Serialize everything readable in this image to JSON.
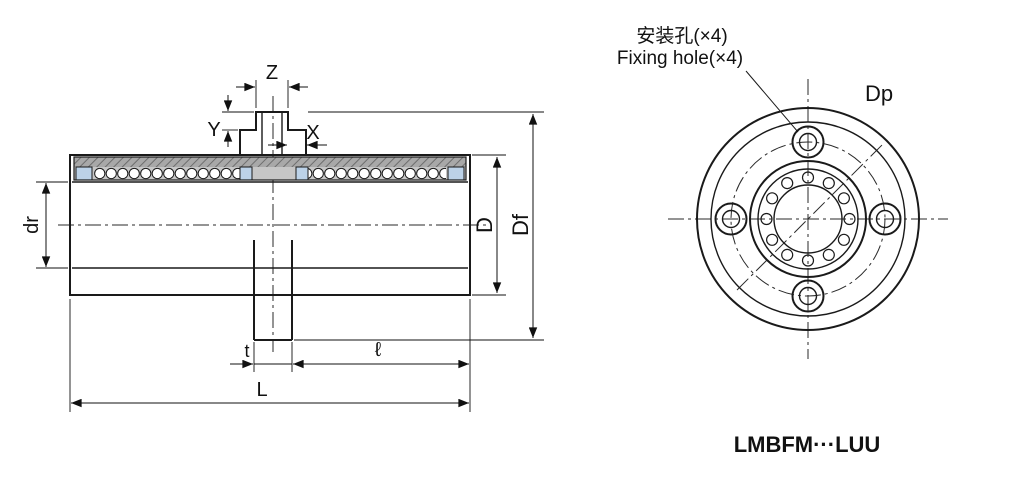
{
  "title": "LMBFM···LUU",
  "end_view": {
    "fixing_hole_label_cn": "安装孔(×4)",
    "fixing_hole_label_en": "Fixing hole(×4)",
    "pitch_circle_label": "Dp"
  },
  "side_view": {
    "labels": {
      "z": "Z",
      "y": "Y",
      "x": "X",
      "bore_diameter": "dr",
      "outer_diameter": "D",
      "flange_diameter": "Df",
      "flange_thickness": "t",
      "bushing_length": "ℓ",
      "total_length": "L"
    }
  },
  "colors": {
    "line": "#1a1a1a",
    "retainer_gray": "#c6c6c6",
    "hatch_gray": "#a8a8a8",
    "seal_blue": "#bcd2e8",
    "background": "#ffffff"
  }
}
